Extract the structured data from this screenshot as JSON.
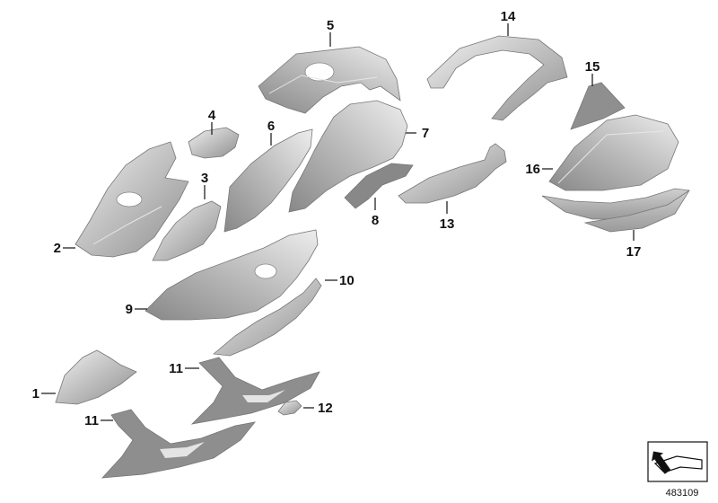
{
  "callouts": {
    "c1": "1",
    "c2": "2",
    "c3": "3",
    "c4": "4",
    "c5": "5",
    "c6": "6",
    "c7": "7",
    "c8": "8",
    "c9": "9",
    "c10": "10",
    "c11a": "11",
    "c11b": "11",
    "c12": "12",
    "c13": "13",
    "c14": "14",
    "c15": "15",
    "c16": "16",
    "c17": "17"
  },
  "doc_id": "483109",
  "icon": "folded-sheet-arrow-icon"
}
